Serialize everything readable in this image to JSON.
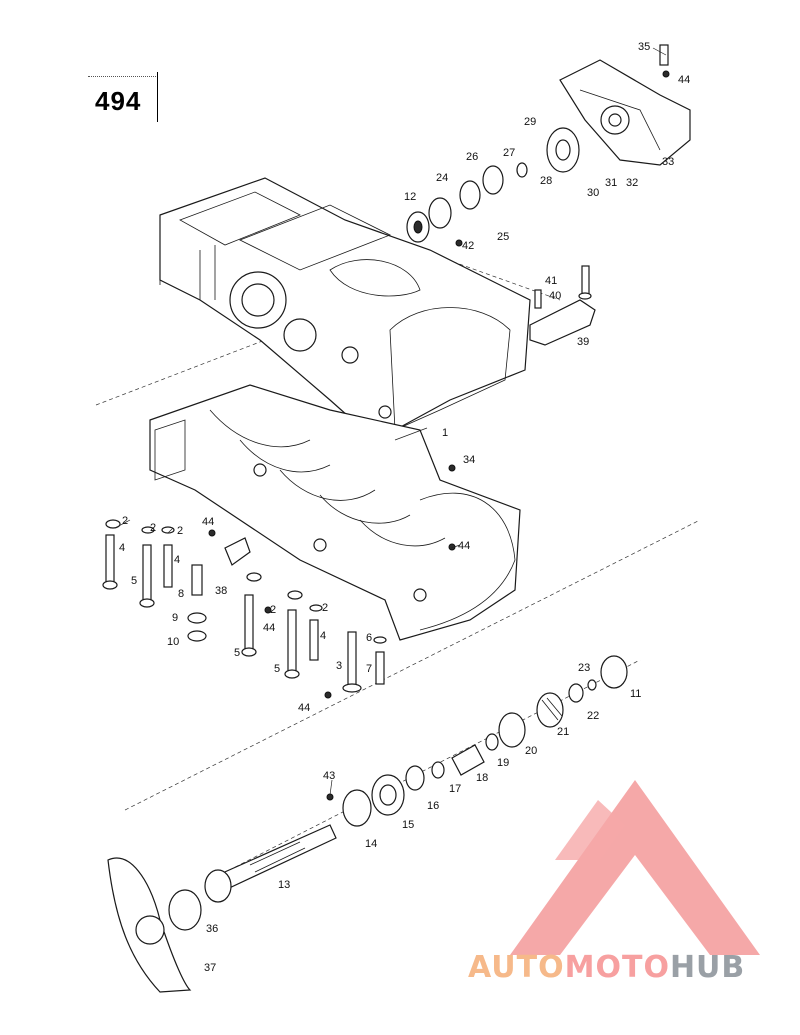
{
  "page_number": "494",
  "watermark": {
    "word1": "AUTO",
    "word2": "MOTO",
    "word3": "HUB",
    "logo_color": "#f28c8c",
    "auto_color": "#f6b98a",
    "hub_color": "#9aa0a6"
  },
  "callouts": [
    "35",
    "44",
    "29",
    "26",
    "27",
    "24",
    "28",
    "30",
    "31",
    "32",
    "33",
    "12",
    "42",
    "25",
    "41",
    "40",
    "39",
    "1",
    "34",
    "2",
    "2",
    "2",
    "4",
    "4",
    "44",
    "5",
    "8",
    "38",
    "9",
    "10",
    "44",
    "2",
    "2",
    "44",
    "4",
    "5",
    "5",
    "3",
    "6",
    "7",
    "44",
    "23",
    "11",
    "22",
    "21",
    "20",
    "19",
    "18",
    "17",
    "16",
    "15",
    "43",
    "14",
    "13",
    "36",
    "37"
  ]
}
